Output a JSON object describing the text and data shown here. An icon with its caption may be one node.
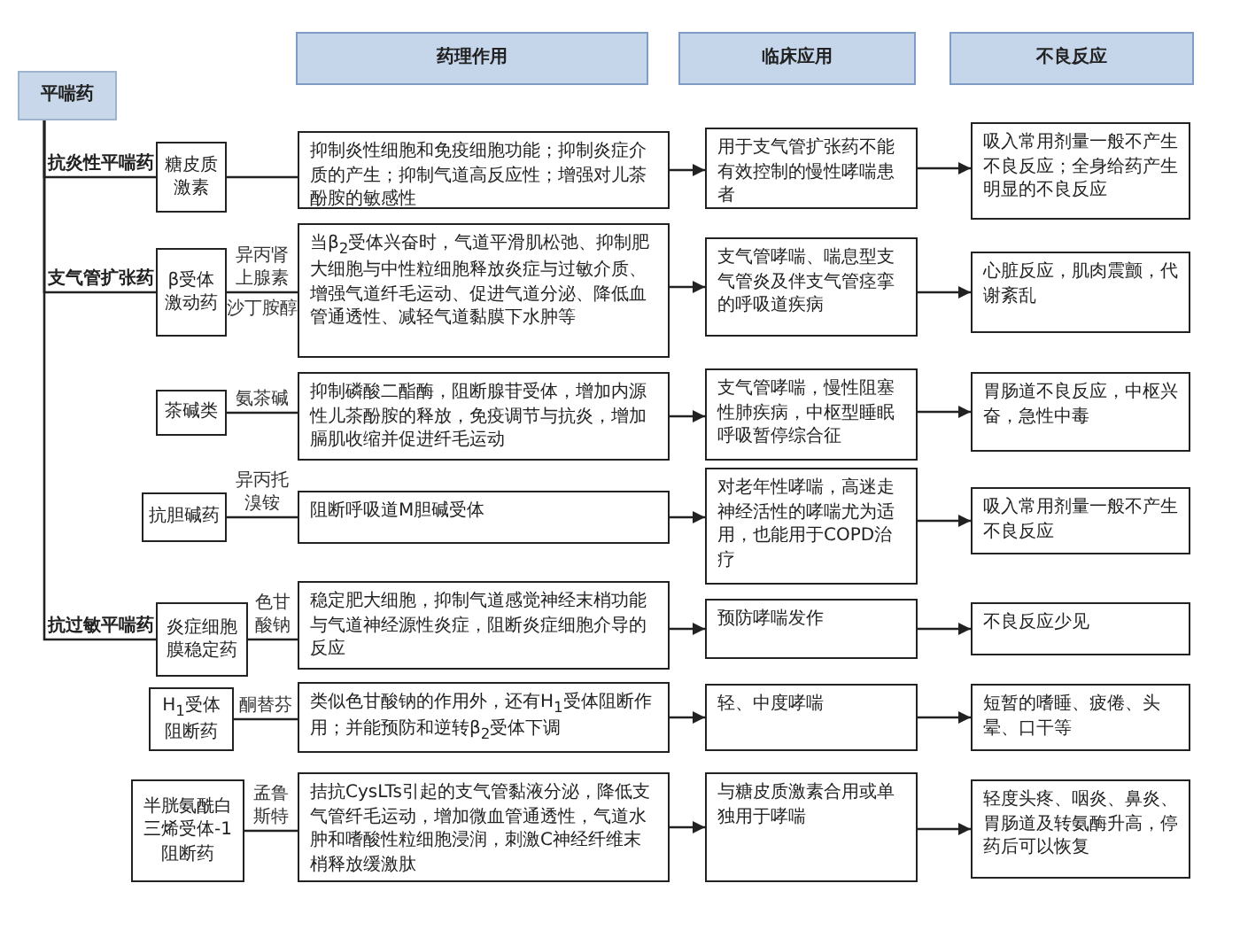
{
  "diagram": {
    "nodes": [
      {
        "text": [
          "平喘药"
        ]
      },
      {
        "text": [
          "药理作用"
        ]
      },
      {
        "text": [
          "临床应用"
        ]
      },
      {
        "text": [
          "不良反应"
        ]
      },
      {
        "text": [
          "抗炎性平喘药"
        ]
      },
      {
        "text": [
          "糖皮质激素"
        ]
      },
      {
        "text": [
          "抑制炎性细胞和免疫细胞功能；抑制炎症介质的产生；抑制气道高反应性；增强对儿茶酚胺的敏感性"
        ]
      },
      {
        "text": [
          "用于支气管扩张药不能有效控制的慢性哮喘患者"
        ]
      },
      {
        "text": [
          "吸入常用剂量一般不产生不良反应；全身给药产生明显的不良反应"
        ]
      },
      {
        "text": [
          "支气管扩张药"
        ]
      },
      {
        "text": [
          "β受体激动药"
        ]
      },
      {
        "text": [
          "当β$_{2}$受体兴奋时，气道平滑肌松弛、抑制肥大细胞与中性粒细胞释放炎症与过敏介质、增强气道纤毛运动、促进气道分泌、降低血管通透性、减轻气道黏膜下水肿等"
        ]
      },
      {
        "text": [
          "支气管哮喘、喘息型支气管炎及伴支气管痉挛的呼吸道疾病"
        ]
      },
      {
        "text": [
          "心脏反应，肌肉震颤，代谢紊乱"
        ]
      },
      {
        "text": [
          "茶碱类"
        ]
      },
      {
        "text": [
          "抑制磷酸二酯酶，阻断腺苷受体，增加内源性儿茶酚胺的释放，免疫调节与抗炎，增加膈肌收缩并促进纤毛运动"
        ]
      },
      {
        "text": [
          "支气管哮喘，慢性阻塞性肺疾病，中枢型睡眠呼吸暂停综合征"
        ]
      },
      {
        "text": [
          "胃肠道不良反应，中枢兴奋，急性中毒"
        ]
      },
      {
        "text": [
          "抗胆碱药"
        ]
      },
      {
        "text": [
          "阻断呼吸道M胆碱受体"
        ]
      },
      {
        "text": [
          "对老年性哮喘，高迷走神经活性的哮喘尤为适用，也能用于COPD治疗"
        ]
      },
      {
        "text": [
          "吸入常用剂量一般不产生不良反应"
        ]
      },
      {
        "text": [
          "抗过敏平喘药"
        ]
      },
      {
        "text": [
          "炎症细胞膜稳定药"
        ]
      },
      {
        "text": [
          "稳定肥大细胞，抑制气道感觉神经末梢功能与气道神经源性炎症，阻断炎症细胞介导的反应"
        ]
      },
      {
        "text": [
          "预防哮喘发作"
        ]
      },
      {
        "text": [
          "不良反应少见"
        ]
      },
      {
        "text": [
          "H$_{1}$受体阻断药"
        ]
      },
      {
        "text": [
          "类似色甘酸钠的作用外，还有H$_{1}$受体阻断作用；并能预防和逆转β$_{2}$受体下调"
        ]
      },
      {
        "text": [
          "轻、中度哮喘"
        ]
      },
      {
        "text": [
          "短暂的嗜睡、疲倦、头晕、口干等"
        ]
      },
      {
        "text": [
          "半胱氨酰白三烯受体-1阻断药"
        ]
      },
      {
        "text": [
          "拮抗CysLTs引起的支气管黏液分泌，降低支气管纤毛运动，增加微血管通透性，气道水肿和嗜酸性粒细胞浸润，刺激C神经纤维末梢释放缓激肽"
        ]
      },
      {
        "text": [
          "与糖皮质激素合用或单独用于哮喘"
        ]
      },
      {
        "text": [
          "轻度头疼、咽炎、鼻炎、胃肠道及转氨酶升高，停药后可以恢复"
        ]
      }
    ],
    "edges": [
      {
        "from": 0,
        "to": 4,
        "arrow": "none"
      },
      {
        "from": 4,
        "to": 5,
        "arrow": "none"
      },
      {
        "from": 5,
        "to": 6,
        "arrow": "none"
      },
      {
        "from": 6,
        "to": 7,
        "arrow": "to"
      },
      {
        "from": 7,
        "to": 8,
        "arrow": "to"
      },
      {
        "from": 0,
        "to": 9,
        "arrow": "none"
      },
      {
        "from": 9,
        "to": 10,
        "arrow": "none"
      },
      {
        "from": 10,
        "to": 11,
        "arrow": "none",
        "label": "异丙肾上腺素"
      },
      {
        "from": 11,
        "to": 12,
        "arrow": "to"
      },
      {
        "from": 12,
        "to": 13,
        "arrow": "to"
      },
      {
        "from": 14,
        "to": 15,
        "arrow": "none",
        "label": "氨茶碱"
      },
      {
        "from": 15,
        "to": 16,
        "arrow": "to"
      },
      {
        "from": 16,
        "to": 17,
        "arrow": "to"
      },
      {
        "from": 18,
        "to": 19,
        "arrow": "none",
        "label": "异丙托溴铵"
      },
      {
        "from": 19,
        "to": 20,
        "arrow": "to"
      },
      {
        "from": 20,
        "to": 21,
        "arrow": "to"
      },
      {
        "from": 0,
        "to": 22,
        "arrow": "none"
      },
      {
        "from": 22,
        "to": 23,
        "arrow": "none"
      },
      {
        "from": 23,
        "to": 24,
        "arrow": "none",
        "label": "色甘酸钠"
      },
      {
        "from": 24,
        "to": 25,
        "arrow": "to"
      },
      {
        "from": 25,
        "to": 26,
        "arrow": "to"
      },
      {
        "from": 27,
        "to": 28,
        "arrow": "none",
        "label": "酮替芬"
      },
      {
        "from": 28,
        "to": 29,
        "arrow": "to"
      },
      {
        "from": 29,
        "to": 30,
        "arrow": "to"
      },
      {
        "from": 31,
        "to": 32,
        "arrow": "none",
        "label": "孟鲁斯特"
      },
      {
        "from": 32,
        "to": 33,
        "arrow": "to"
      },
      {
        "from": 33,
        "to": 34,
        "arrow": "to"
      }
    ],
    "labels": [
      "沙丁胺醇"
    ]
  }
}
